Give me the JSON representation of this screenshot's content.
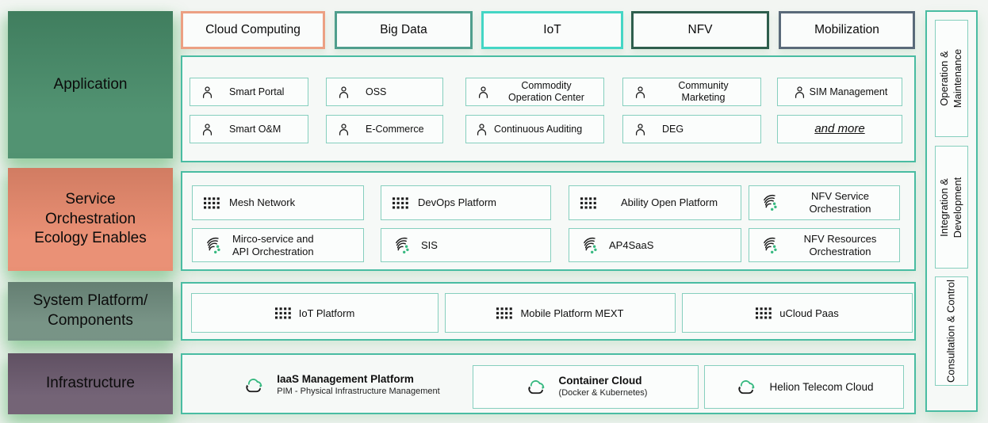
{
  "left_blocks": [
    {
      "label": "Application",
      "fill": "#478C69"
    },
    {
      "label": "Service\nOrchestration\nEcology Enables",
      "fill": "#E98A6D"
    },
    {
      "label": "System Platform/\nComponents",
      "fill": "#708D7F"
    },
    {
      "label": "Infrastructure",
      "fill": "#6B5A6E"
    }
  ],
  "top_categories": [
    {
      "label": "Cloud Computing",
      "border_color": "#ECA083"
    },
    {
      "label": "Big Data",
      "border_color": "#4F9E8D"
    },
    {
      "label": "IoT",
      "border_color": "#44D6C5"
    },
    {
      "label": "NFV",
      "border_color": "#2E5E4D"
    },
    {
      "label": "Mobilization",
      "border_color": "#5A6A7A"
    }
  ],
  "application": {
    "items": [
      {
        "label": "Smart Portal",
        "icon": "person-icon"
      },
      {
        "label": "OSS",
        "icon": "person-icon"
      },
      {
        "label": "Commodity\nOperation Center",
        "icon": "person-icon"
      },
      {
        "label": "Community\nMarketing",
        "icon": "person-icon"
      },
      {
        "label": "SIM Management",
        "icon": "person-icon"
      },
      {
        "label": "Smart O&M",
        "icon": "person-icon"
      },
      {
        "label": "E-Commerce",
        "icon": "person-icon"
      },
      {
        "label": "Continuous Auditing",
        "icon": "person-icon"
      },
      {
        "label": "DEG",
        "icon": "person-icon"
      },
      {
        "label": "and more",
        "icon": "none"
      }
    ]
  },
  "orchestration": {
    "items": [
      {
        "label": "Mesh Network",
        "icon": "grid-icon"
      },
      {
        "label": "DevOps Platform",
        "icon": "grid-icon"
      },
      {
        "label": "Ability Open Platform",
        "icon": "grid-icon"
      },
      {
        "label": "NFV Service\nOrchestration",
        "icon": "orchestration-icon"
      },
      {
        "label": "Mirco-service and\nAPI Orchestration",
        "icon": "orchestration-icon"
      },
      {
        "label": "SIS",
        "icon": "orchestration-icon"
      },
      {
        "label": "AP4SaaS",
        "icon": "orchestration-icon"
      },
      {
        "label": "NFV Resources\nOrchestration",
        "icon": "orchestration-icon"
      }
    ]
  },
  "platform": {
    "items": [
      {
        "label": "IoT Platform",
        "icon": "grid-icon"
      },
      {
        "label": "Mobile Platform MEXT",
        "icon": "grid-icon"
      },
      {
        "label": "uCloud Paas",
        "icon": "grid-icon"
      }
    ]
  },
  "infrastructure": {
    "items": [
      {
        "title": "IaaS Management Platform",
        "subtitle": "PIM - Physical Infrastructure Management",
        "icon": "cloud-icon"
      },
      {
        "title": "Container Cloud",
        "subtitle": "(Docker & Kubernetes)",
        "icon": "cloud-icon"
      },
      {
        "title": "Helion Telecom Cloud",
        "icon": "cloud-icon"
      }
    ]
  },
  "sidebar": {
    "items": [
      {
        "label": "Operation &\nMaintenance"
      },
      {
        "label": "Integration &\nDevelopment"
      },
      {
        "label": "Consultation & Control"
      }
    ]
  },
  "colors": {
    "container_border": "#49BCA2",
    "item_border": "#86CFBE",
    "icon_green": "#35B87F",
    "icon_black": "#1A1A1A",
    "background": "#F0F4F1"
  }
}
